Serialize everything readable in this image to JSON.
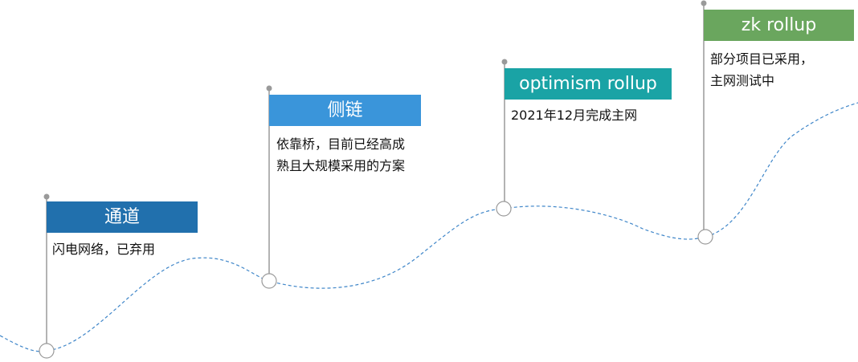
{
  "stages": [
    {
      "title": "通道",
      "lines": [
        "闪电网络，已弃用"
      ],
      "color": "#2170ad"
    },
    {
      "title": "侧链",
      "lines": [
        "依靠桥，目前已经高成",
        "熟且大规模采用的方案"
      ],
      "color": "#3a95da"
    },
    {
      "title": "optimism rollup",
      "lines": [
        "2021年12月完成主网"
      ],
      "color": "#1aa3a5"
    },
    {
      "title": "zk rollup",
      "lines": [
        "部分项目已采用，",
        "主网测试中"
      ],
      "color": "#6aa65e"
    }
  ],
  "colors": {
    "curve": "#3f86c9",
    "pole": "#9a9a9a",
    "marker_fill": "#ffffff",
    "marker_stroke": "#9a9a9a"
  }
}
